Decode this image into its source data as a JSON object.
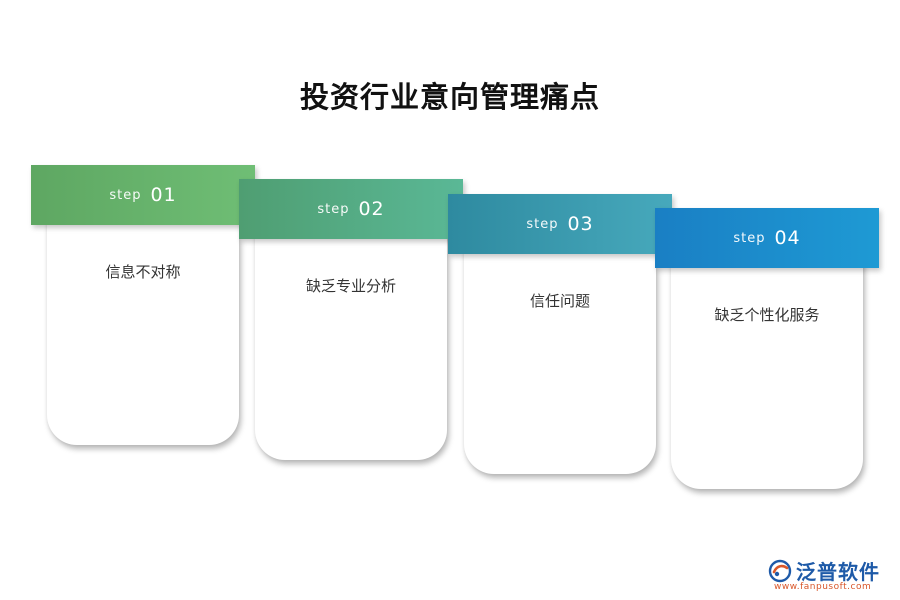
{
  "title": "投资行业意向管理痛点",
  "steps": [
    {
      "word": "step",
      "number": "01",
      "text": "信息不对称",
      "color": "#66b16b"
    },
    {
      "word": "step",
      "number": "02",
      "text": "缺乏专业分析",
      "color": "#54ab84"
    },
    {
      "word": "step",
      "number": "03",
      "text": "信任问题",
      "color": "#3a9aae"
    },
    {
      "word": "step",
      "number": "04",
      "text": "缺乏个性化服务",
      "color": "#1b8ccc"
    }
  ],
  "logo": {
    "name": "泛普软件",
    "url": "www.fanpusoft.com",
    "icon": "fanpu-logo-icon",
    "colors": {
      "text": "#1e5aa8",
      "url": "#d9572a"
    }
  }
}
